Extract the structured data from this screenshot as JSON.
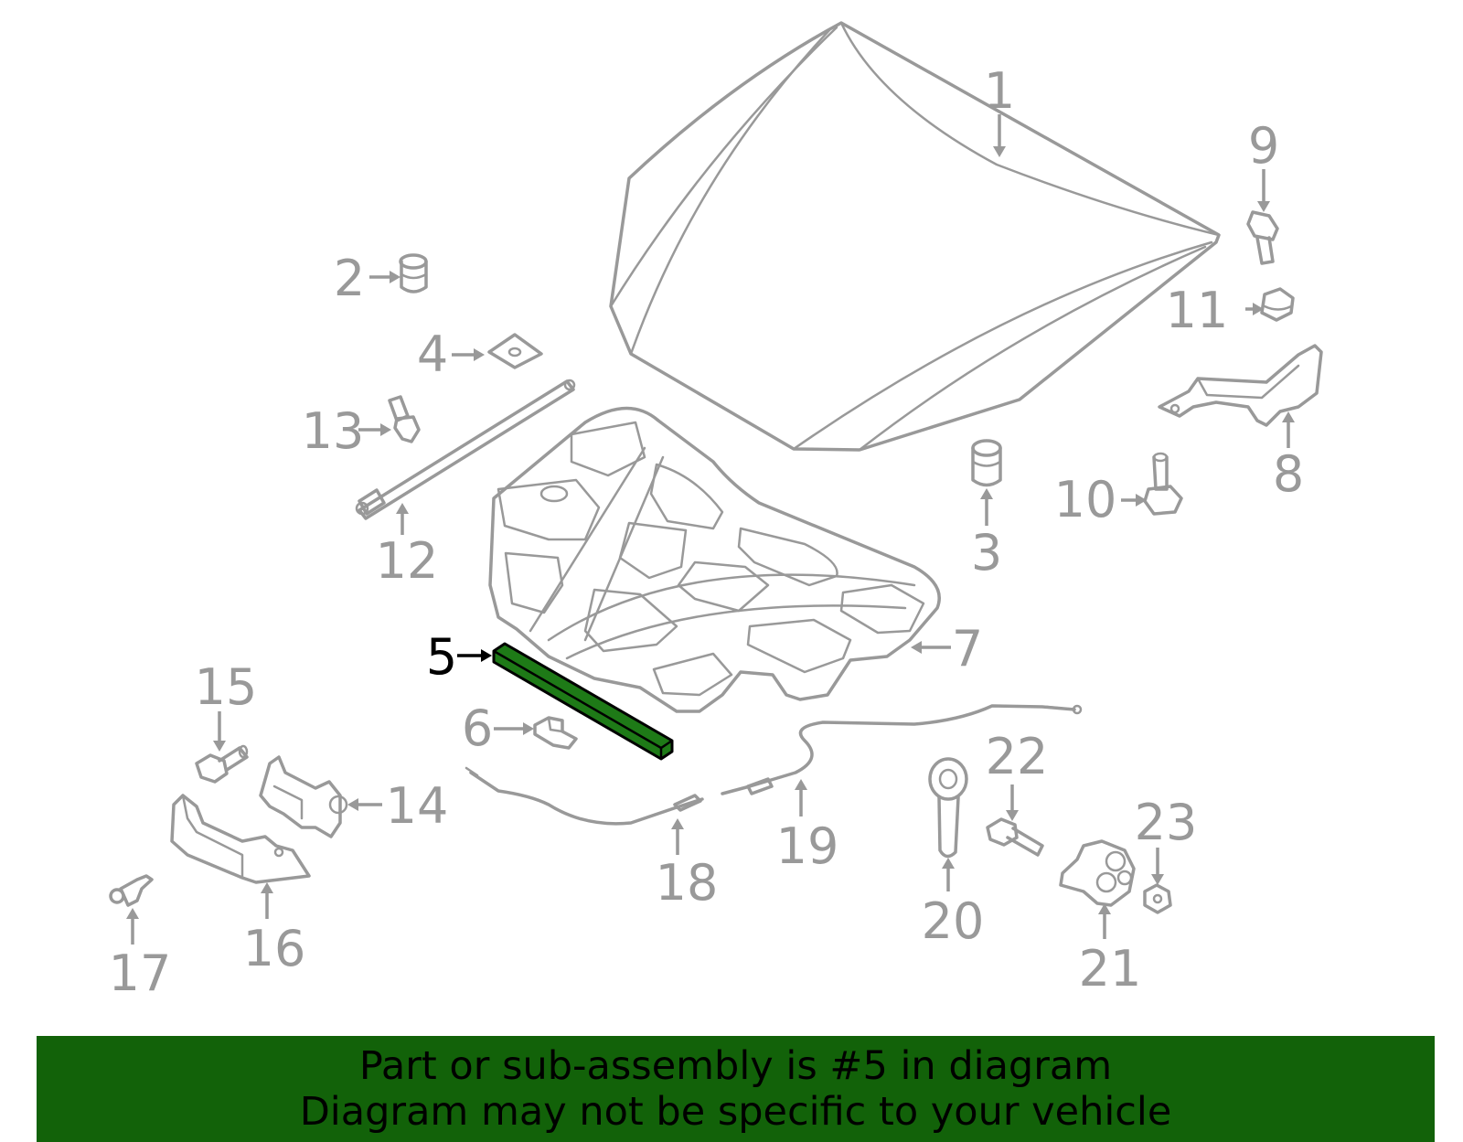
{
  "colors": {
    "part_stroke": "#999999",
    "highlight_part": "#1e7a17",
    "highlight_label": "#000000",
    "banner_background": "#126209"
  },
  "highlighted_part": "5",
  "callouts": [
    {
      "id": "1",
      "label": "1"
    },
    {
      "id": "2",
      "label": "2"
    },
    {
      "id": "3",
      "label": "3"
    },
    {
      "id": "4",
      "label": "4"
    },
    {
      "id": "5",
      "label": "5"
    },
    {
      "id": "6",
      "label": "6"
    },
    {
      "id": "7",
      "label": "7"
    },
    {
      "id": "8",
      "label": "8"
    },
    {
      "id": "9",
      "label": "9"
    },
    {
      "id": "10",
      "label": "10"
    },
    {
      "id": "11",
      "label": "11"
    },
    {
      "id": "12",
      "label": "12"
    },
    {
      "id": "13",
      "label": "13"
    },
    {
      "id": "14",
      "label": "14"
    },
    {
      "id": "15",
      "label": "15"
    },
    {
      "id": "16",
      "label": "16"
    },
    {
      "id": "17",
      "label": "17"
    },
    {
      "id": "18",
      "label": "18"
    },
    {
      "id": "19",
      "label": "19"
    },
    {
      "id": "20",
      "label": "20"
    },
    {
      "id": "21",
      "label": "21"
    },
    {
      "id": "22",
      "label": "22"
    },
    {
      "id": "23",
      "label": "23"
    }
  ],
  "banner": {
    "line1": "Part or sub-assembly is #5 in diagram",
    "line2": "Diagram may not be specific to your vehicle"
  }
}
